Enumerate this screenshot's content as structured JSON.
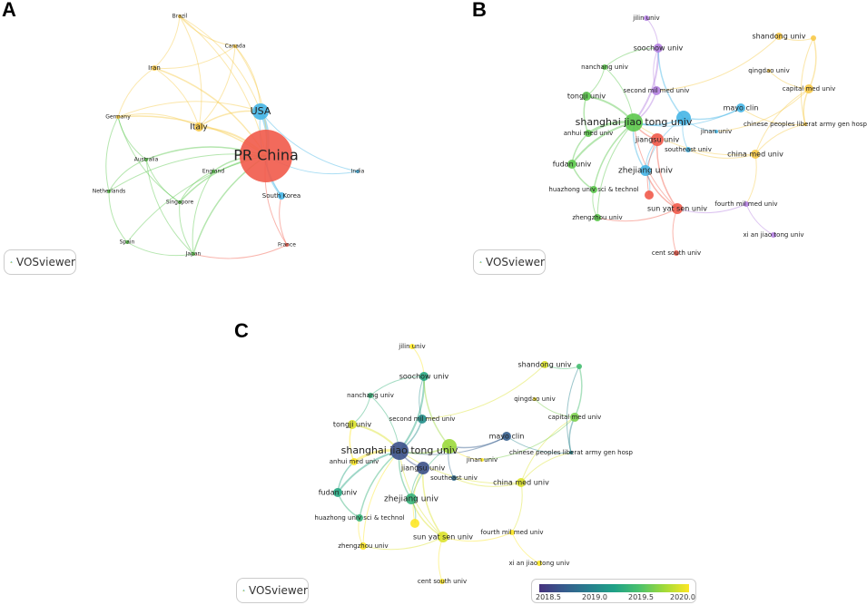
{
  "panel_labels": {
    "a": "A",
    "b": "B",
    "c": "C"
  },
  "brand": {
    "name": "VOSviewer"
  },
  "colorbar": {
    "ticks": [
      "2018.5",
      "2019.0",
      "2019.5",
      "2020.0"
    ]
  },
  "panel_a": {
    "nodes": [
      {
        "label": "PR China",
        "cluster": "red"
      },
      {
        "label": "USA",
        "cluster": "blue"
      },
      {
        "label": "Italy",
        "cluster": "yellow"
      },
      {
        "label": "Iran",
        "cluster": "yellow"
      },
      {
        "label": "Brazil",
        "cluster": "yellow"
      },
      {
        "label": "Canada",
        "cluster": "yellow"
      },
      {
        "label": "Germany",
        "cluster": "yellow"
      },
      {
        "label": "Australia",
        "cluster": "green"
      },
      {
        "label": "England",
        "cluster": "green"
      },
      {
        "label": "Netherlands",
        "cluster": "green"
      },
      {
        "label": "Singapore",
        "cluster": "green"
      },
      {
        "label": "Spain",
        "cluster": "green"
      },
      {
        "label": "Japan",
        "cluster": "green"
      },
      {
        "label": "South Korea",
        "cluster": "blue"
      },
      {
        "label": "India",
        "cluster": "blue"
      },
      {
        "label": "France",
        "cluster": "red"
      }
    ]
  },
  "panel_b": {
    "nodes": [
      {
        "label": "jilin univ",
        "cluster": "purple"
      },
      {
        "label": "soochow univ",
        "cluster": "purple"
      },
      {
        "label": "shandong univ",
        "cluster": "yellow"
      },
      {
        "label": "",
        "cluster": "yellow"
      },
      {
        "label": "nanchang univ",
        "cluster": "green"
      },
      {
        "label": "qingdao univ",
        "cluster": "yellow"
      },
      {
        "label": "second mil med univ",
        "cluster": "purple"
      },
      {
        "label": "capital med univ",
        "cluster": "yellow"
      },
      {
        "label": "tongji univ",
        "cluster": "green"
      },
      {
        "label": "shanghai jiao tong univ",
        "cluster": "green"
      },
      {
        "label": "",
        "cluster": "blue"
      },
      {
        "label": "mayo clin",
        "cluster": "blue"
      },
      {
        "label": "chinese peoples liberat army gen hosp",
        "cluster": "yellow"
      },
      {
        "label": "anhui med univ",
        "cluster": "green"
      },
      {
        "label": "jinan univ",
        "cluster": "blue"
      },
      {
        "label": "jiangsu univ",
        "cluster": "red"
      },
      {
        "label": "southeast univ",
        "cluster": "blue"
      },
      {
        "label": "china med univ",
        "cluster": "yellow"
      },
      {
        "label": "fudan univ",
        "cluster": "green"
      },
      {
        "label": "zhejiang univ",
        "cluster": "blue"
      },
      {
        "label": "huazhong univ sci & technol",
        "cluster": "green"
      },
      {
        "label": "",
        "cluster": "red"
      },
      {
        "label": "sun yat sen univ",
        "cluster": "red"
      },
      {
        "label": "fourth mil med univ",
        "cluster": "purple"
      },
      {
        "label": "zhengzhou univ",
        "cluster": "green"
      },
      {
        "label": "xi an jiao tong univ",
        "cluster": "purple"
      },
      {
        "label": "cent south univ",
        "cluster": "red"
      }
    ]
  },
  "panel_c": {
    "nodes": [
      {
        "label": "jilin univ",
        "year": 2020.1
      },
      {
        "label": "soochow univ",
        "year": 2019.3
      },
      {
        "label": "shandong univ",
        "year": 2020.0
      },
      {
        "label": "",
        "year": 2019.5
      },
      {
        "label": "nanchang univ",
        "year": 2019.4
      },
      {
        "label": "qingdao univ",
        "year": 2020.1
      },
      {
        "label": "second mil med univ",
        "year": 2019.1
      },
      {
        "label": "capital med univ",
        "year": 2019.7
      },
      {
        "label": "tongji univ",
        "year": 2020.0
      },
      {
        "label": "shanghai jiao tong univ",
        "year": 2018.6
      },
      {
        "label": "",
        "year": 2019.8
      },
      {
        "label": "mayo clin",
        "year": 2018.7
      },
      {
        "label": "chinese peoples liberat army gen hosp",
        "year": 2019.0
      },
      {
        "label": "anhui med univ",
        "year": 2020.1
      },
      {
        "label": "jinan univ",
        "year": 2020.1
      },
      {
        "label": "jiangsu univ",
        "year": 2018.6
      },
      {
        "label": "southeast univ",
        "year": 2018.8
      },
      {
        "label": "china med univ",
        "year": 2020.0
      },
      {
        "label": "fudan univ",
        "year": 2019.3
      },
      {
        "label": "zhejiang univ",
        "year": 2019.4
      },
      {
        "label": "huazhong univ sci & technol",
        "year": 2019.4
      },
      {
        "label": "",
        "year": 2020.1
      },
      {
        "label": "sun yat sen univ",
        "year": 2020.0
      },
      {
        "label": "fourth mil med univ",
        "year": 2020.1
      },
      {
        "label": "zhengzhou univ",
        "year": 2020.1
      },
      {
        "label": "xi an jiao tong univ",
        "year": 2020.1
      },
      {
        "label": "cent south univ",
        "year": 2020.1
      }
    ]
  }
}
